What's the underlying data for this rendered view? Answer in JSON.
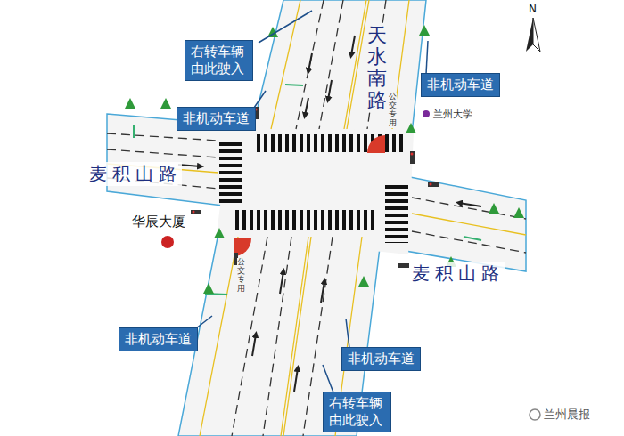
{
  "diagram": {
    "nodes": [
      {
        "text": [
          "右转车辆由此驶入"
        ]
      },
      {
        "text": [
          "非机动车道"
        ]
      },
      {
        "text": [
          "非机动车道"
        ]
      },
      {
        "text": [
          "非机动车道"
        ]
      },
      {
        "text": [
          "非机动车道"
        ]
      },
      {
        "text": [
          "右转车辆由此驶入"
        ]
      }
    ],
    "labels": [
      "天水南路",
      "麦积山路",
      "麦积山路",
      "华辰大厦",
      "兰州大学",
      "公交专用",
      "公交专用",
      "N",
      "兰州晨报"
    ]
  }
}
